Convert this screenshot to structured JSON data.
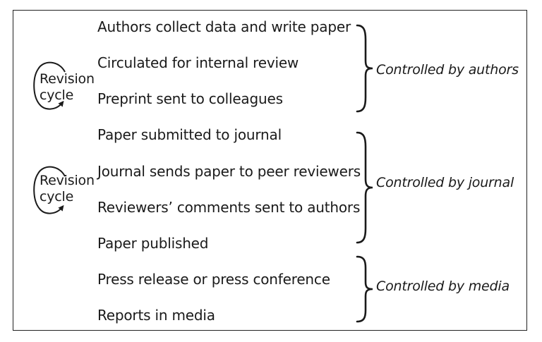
{
  "steps": [
    "Authors collect data and write paper",
    "Circulated for internal review",
    "Preprint sent to colleagues",
    "Paper submitted to journal",
    "Journal sends paper to peer reviewers",
    "Reviewers’ comments sent to authors",
    "Paper published",
    "Press release or press conference",
    "Reports in media"
  ],
  "groups": [
    {
      "label": "Controlled by authors"
    },
    {
      "label": "Controlled by journal"
    },
    {
      "label": "Controlled by media"
    }
  ],
  "revision_cycles": [
    {
      "line1": "Revision",
      "line2": "cycle"
    },
    {
      "line1": "Revision",
      "line2": "cycle"
    }
  ]
}
